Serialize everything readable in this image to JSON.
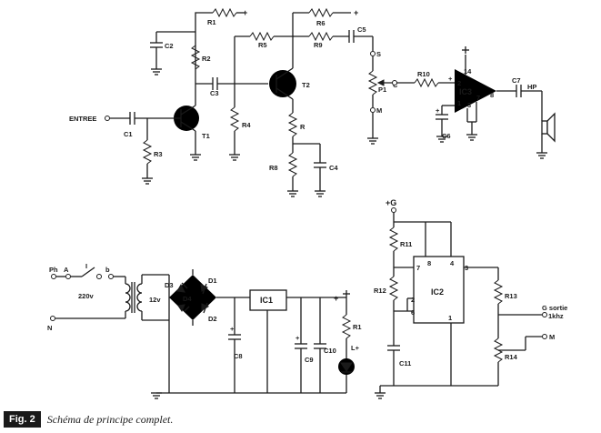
{
  "caption": {
    "fig": "Fig. 2",
    "text": "Schéma de principe complet."
  },
  "labels": {
    "r1": "R1",
    "r2": "R2",
    "r3": "R3",
    "r4": "R4",
    "r5": "R5",
    "r6": "R6",
    "r9": "R9",
    "r": "R",
    "r8": "R8",
    "r10": "R10",
    "r11": "R11",
    "r12": "R12",
    "r13": "R13",
    "r14": "R14",
    "r1b": "R1",
    "c1": "C1",
    "c2": "C2",
    "c3": "C3",
    "c4": "C4",
    "c5": "C5",
    "c6": "C6",
    "c7": "C7",
    "c8": "C8",
    "c9": "C9",
    "c10": "C10",
    "c11": "C11",
    "t1": "T1",
    "t2": "T2",
    "ic1": "IC1",
    "ic2": "IC2",
    "ic3": "IC3",
    "entree": "ENTREE",
    "p1": "P1",
    "s": "S",
    "c": "C",
    "m": "M",
    "m2": "M",
    "hp": "HP",
    "ph": "Ph",
    "a": "A",
    "i": "I",
    "b": "b",
    "v220": "220v",
    "n": "N",
    "v12": "12v",
    "d1": "D1",
    "d2": "D2",
    "d3": "D3",
    "d4": "D4",
    "lplus": "L+",
    "plus1": "+",
    "plus2": "+",
    "plus3": "+",
    "plus4": "+",
    "g": "+G",
    "sortie": "G sortie",
    "khz": "1khz",
    "pin2": "2",
    "pin14": "14",
    "pin1": "1",
    "pin3": "3",
    "pin7": "7",
    "pin8": "8",
    "pinMinus": "-",
    "ic2p8": "8",
    "ic2p4": "4",
    "ic2p7": "7",
    "ic2p3": "3",
    "ic2p2": "2",
    "ic2p6": "6",
    "ic2p1": "1"
  }
}
